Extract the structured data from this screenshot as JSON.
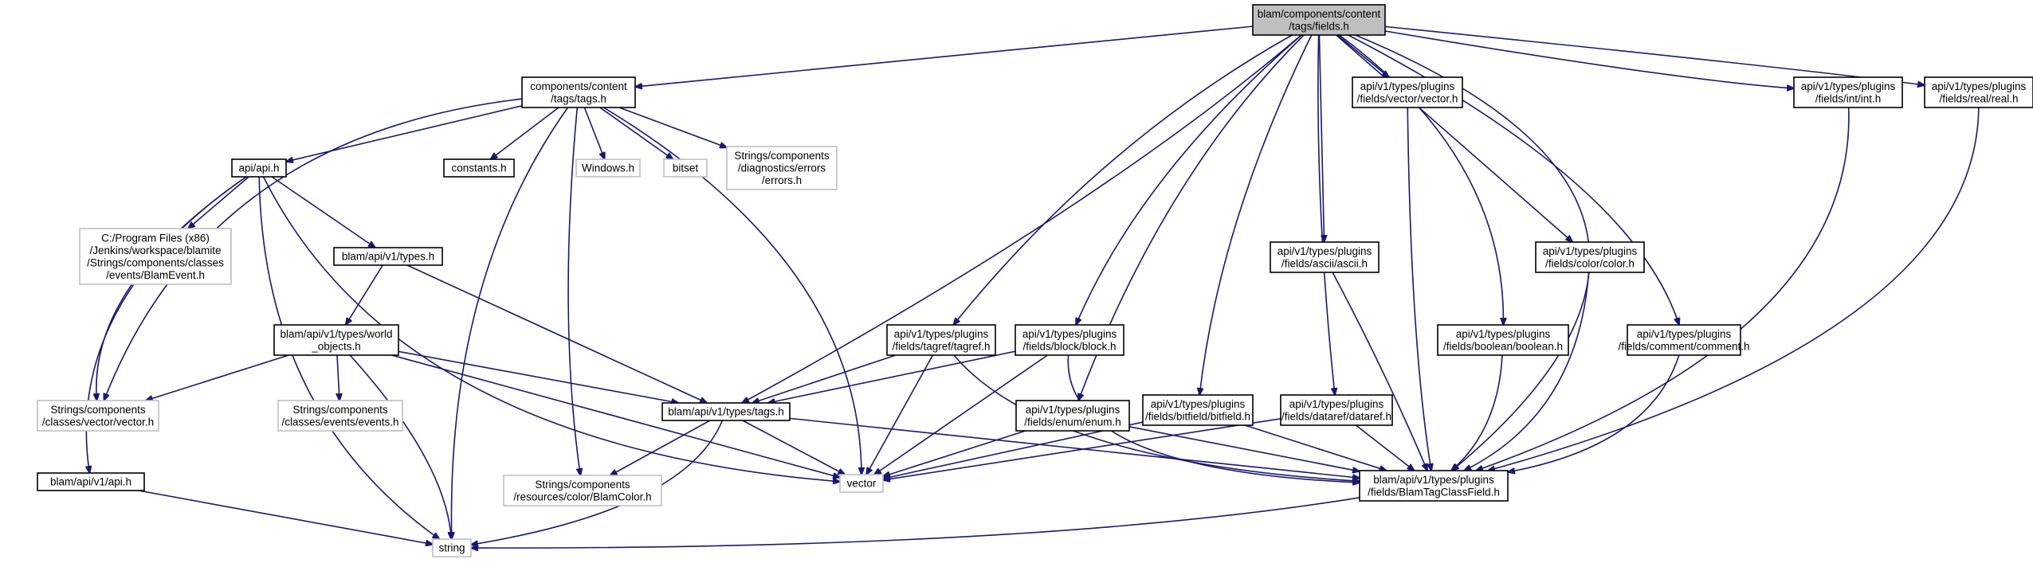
{
  "graph": {
    "nodes": [
      {
        "id": "root",
        "lines": [
          "blam/components/content",
          "/tags/fields.h"
        ],
        "style": "root"
      },
      {
        "id": "tags_h",
        "lines": [
          "components/content",
          "/tags/tags.h"
        ],
        "style": "normal"
      },
      {
        "id": "api_h",
        "lines": [
          "api/api.h"
        ],
        "style": "normal"
      },
      {
        "id": "constants",
        "lines": [
          "constants.h"
        ],
        "style": "normal"
      },
      {
        "id": "windows",
        "lines": [
          "Windows.h"
        ],
        "style": "external"
      },
      {
        "id": "bitset",
        "lines": [
          "bitset"
        ],
        "style": "external"
      },
      {
        "id": "errors",
        "lines": [
          "Strings/components",
          "/diagnostics/errors",
          "/errors.h"
        ],
        "style": "external"
      },
      {
        "id": "blamevent",
        "lines": [
          "C:/Program Files (x86)",
          "/Jenkins/workspace/blamite",
          "/Strings/components/classes",
          "/events/BlamEvent.h"
        ],
        "style": "external"
      },
      {
        "id": "types_h",
        "lines": [
          "blam/api/v1/types.h"
        ],
        "style": "normal"
      },
      {
        "id": "world_objects",
        "lines": [
          "blam/api/v1/types/world",
          "_objects.h"
        ],
        "style": "normal"
      },
      {
        "id": "vector_h",
        "lines": [
          "Strings/components",
          "/classes/vector/vector.h"
        ],
        "style": "external"
      },
      {
        "id": "events_h",
        "lines": [
          "Strings/components",
          "/classes/events/events.h"
        ],
        "style": "external"
      },
      {
        "id": "api_v1_api",
        "lines": [
          "blam/api/v1/api.h"
        ],
        "style": "normal"
      },
      {
        "id": "types_tags",
        "lines": [
          "blam/api/v1/types/tags.h"
        ],
        "style": "normal"
      },
      {
        "id": "blamcolor",
        "lines": [
          "Strings/components",
          "/resources/color/BlamColor.h"
        ],
        "style": "external"
      },
      {
        "id": "vector",
        "lines": [
          "vector"
        ],
        "style": "external"
      },
      {
        "id": "string",
        "lines": [
          "string"
        ],
        "style": "external"
      },
      {
        "id": "tagref",
        "lines": [
          "api/v1/types/plugins",
          "/fields/tagref/tagref.h"
        ],
        "style": "normal"
      },
      {
        "id": "block",
        "lines": [
          "api/v1/types/plugins",
          "/fields/block/block.h"
        ],
        "style": "normal"
      },
      {
        "id": "enum",
        "lines": [
          "api/v1/types/plugins",
          "/fields/enum/enum.h"
        ],
        "style": "normal"
      },
      {
        "id": "bitfield",
        "lines": [
          "api/v1/types/plugins",
          "/fields/bitfield/bitfield.h"
        ],
        "style": "normal"
      },
      {
        "id": "dataref",
        "lines": [
          "api/v1/types/plugins",
          "/fields/dataref/dataref.h"
        ],
        "style": "normal"
      },
      {
        "id": "ascii",
        "lines": [
          "api/v1/types/plugins",
          "/fields/ascii/ascii.h"
        ],
        "style": "normal"
      },
      {
        "id": "vecfield",
        "lines": [
          "api/v1/types/plugins",
          "/fields/vector/vector.h"
        ],
        "style": "normal"
      },
      {
        "id": "boolean",
        "lines": [
          "api/v1/types/plugins",
          "/fields/boolean/boolean.h"
        ],
        "style": "normal"
      },
      {
        "id": "color",
        "lines": [
          "api/v1/types/plugins",
          "/fields/color/color.h"
        ],
        "style": "normal"
      },
      {
        "id": "comment",
        "lines": [
          "api/v1/types/plugins",
          "/fields/comment/comment.h"
        ],
        "style": "normal"
      },
      {
        "id": "intf",
        "lines": [
          "api/v1/types/plugins",
          "/fields/int/int.h"
        ],
        "style": "normal"
      },
      {
        "id": "realf",
        "lines": [
          "api/v1/types/plugins",
          "/fields/real/real.h"
        ],
        "style": "normal"
      },
      {
        "id": "btcf",
        "lines": [
          "blam/api/v1/types/plugins",
          "/fields/BlamTagClassField.h"
        ],
        "style": "normal"
      }
    ],
    "edges": [
      [
        "root",
        "tags_h"
      ],
      [
        "root",
        "types_tags"
      ],
      [
        "root",
        "tagref"
      ],
      [
        "root",
        "block"
      ],
      [
        "root",
        "enum"
      ],
      [
        "root",
        "bitfield"
      ],
      [
        "root",
        "dataref"
      ],
      [
        "root",
        "ascii"
      ],
      [
        "root",
        "vecfield"
      ],
      [
        "root",
        "boolean"
      ],
      [
        "root",
        "color"
      ],
      [
        "root",
        "comment"
      ],
      [
        "root",
        "intf"
      ],
      [
        "root",
        "realf"
      ],
      [
        "root",
        "btcf"
      ],
      [
        "tags_h",
        "api_h"
      ],
      [
        "tags_h",
        "constants"
      ],
      [
        "tags_h",
        "windows"
      ],
      [
        "tags_h",
        "bitset"
      ],
      [
        "tags_h",
        "errors"
      ],
      [
        "tags_h",
        "vector_h"
      ],
      [
        "tags_h",
        "blamcolor"
      ],
      [
        "tags_h",
        "vector"
      ],
      [
        "tags_h",
        "string"
      ],
      [
        "api_h",
        "blamevent"
      ],
      [
        "api_h",
        "types_h"
      ],
      [
        "api_h",
        "vector_h"
      ],
      [
        "api_h",
        "api_v1_api"
      ],
      [
        "api_h",
        "vector"
      ],
      [
        "api_h",
        "string"
      ],
      [
        "types_h",
        "world_objects"
      ],
      [
        "types_h",
        "types_tags"
      ],
      [
        "world_objects",
        "vector_h"
      ],
      [
        "world_objects",
        "events_h"
      ],
      [
        "world_objects",
        "types_tags"
      ],
      [
        "world_objects",
        "vector"
      ],
      [
        "world_objects",
        "string"
      ],
      [
        "api_v1_api",
        "string"
      ],
      [
        "types_tags",
        "blamcolor"
      ],
      [
        "types_tags",
        "vector"
      ],
      [
        "types_tags",
        "string"
      ],
      [
        "types_tags",
        "btcf"
      ],
      [
        "tagref",
        "types_tags"
      ],
      [
        "tagref",
        "vector"
      ],
      [
        "tagref",
        "btcf"
      ],
      [
        "block",
        "types_tags"
      ],
      [
        "block",
        "vector"
      ],
      [
        "block",
        "btcf"
      ],
      [
        "enum",
        "vector"
      ],
      [
        "enum",
        "btcf"
      ],
      [
        "bitfield",
        "vector"
      ],
      [
        "bitfield",
        "btcf"
      ],
      [
        "dataref",
        "vector"
      ],
      [
        "dataref",
        "btcf"
      ],
      [
        "ascii",
        "btcf"
      ],
      [
        "vecfield",
        "btcf"
      ],
      [
        "boolean",
        "btcf"
      ],
      [
        "color",
        "btcf"
      ],
      [
        "comment",
        "btcf"
      ],
      [
        "intf",
        "btcf"
      ],
      [
        "realf",
        "btcf"
      ],
      [
        "btcf",
        "string"
      ]
    ]
  }
}
